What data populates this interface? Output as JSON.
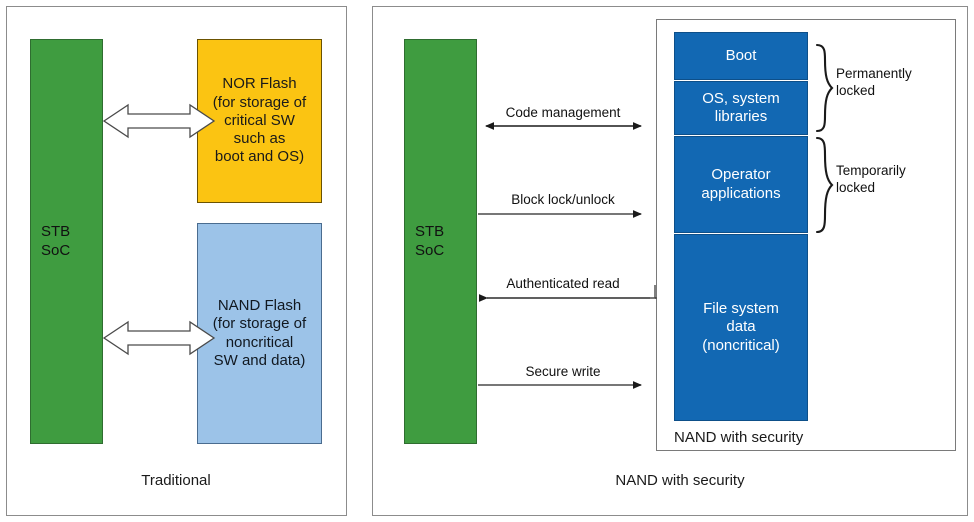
{
  "figure": {
    "panels": [
      {
        "id": "traditional",
        "caption": "Traditional",
        "soc_label": "STB\nSoC",
        "blocks": [
          {
            "name": "nor-flash",
            "label": "NOR Flash\n(for storage of\ncritical SW\nsuch as\nboot and OS)",
            "color": "#fbc412"
          },
          {
            "name": "nand-flash",
            "label": "NAND Flash\n(for storage of\nnoncritical\nSW and data)",
            "color": "#9cc3e8"
          }
        ],
        "connections": [
          {
            "name": "soc-to-nor",
            "label": "",
            "direction": "bidirectional",
            "style": "hollow"
          },
          {
            "name": "soc-to-nand",
            "label": "",
            "direction": "bidirectional",
            "style": "hollow"
          }
        ]
      },
      {
        "id": "nand-with-security",
        "caption": "NAND with security",
        "soc_label": "STB\nSoC",
        "container_label": "NAND with security",
        "segments": [
          {
            "name": "boot",
            "label": "Boot"
          },
          {
            "name": "os-system-libraries",
            "label": "OS, system\nlibraries"
          },
          {
            "name": "operator-applications",
            "label": "Operator\napplications"
          },
          {
            "name": "file-system-data",
            "label": "File system\ndata\n(noncritical)"
          }
        ],
        "connections": [
          {
            "name": "code-management",
            "label": "Code management",
            "direction": "bidirectional"
          },
          {
            "name": "block-lock-unlock",
            "label": "Block lock/unlock",
            "direction": "right"
          },
          {
            "name": "authenticated-read",
            "label": "Authenticated read",
            "direction": "left"
          },
          {
            "name": "secure-write",
            "label": "Secure write",
            "direction": "right"
          }
        ],
        "brace_labels": [
          {
            "name": "permanently-locked",
            "label": "Permanently\nlocked"
          },
          {
            "name": "temporarily-locked",
            "label": "Temporarily\nlocked"
          }
        ]
      }
    ],
    "colors": {
      "soc_green": "#3f9c40",
      "nor_yellow": "#fbc412",
      "nand_blue_light": "#9cc3e8",
      "segment_blue": "#1268b3",
      "frame_gray": "#8c8c8c",
      "text_dark": "#111111",
      "text_on_blue": "#ffffff"
    }
  }
}
